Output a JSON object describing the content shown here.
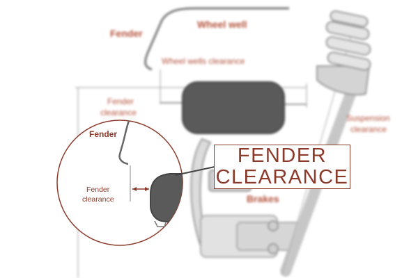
{
  "background_labels": {
    "fender": "Fender",
    "wheel_well": "Wheel well",
    "wheel_wells_clearance": "Wheel wells clearance",
    "fender_clearance_line1": "Fender",
    "fender_clearance_line2": "clearance",
    "suspension_clearance_line1": "Suspension",
    "suspension_clearance_line2": "clearance",
    "brakes": "Brakes"
  },
  "zoom_labels": {
    "fender": "Fender",
    "fender_clearance_line1": "Fender",
    "fender_clearance_line2": "clearance"
  },
  "callout": {
    "line1": "FENDER",
    "line2": "CLEARANCE"
  },
  "colors": {
    "accent": "#8b3a2a",
    "label_red": "#b5523b",
    "tire": "#555555",
    "line": "#888888"
  }
}
